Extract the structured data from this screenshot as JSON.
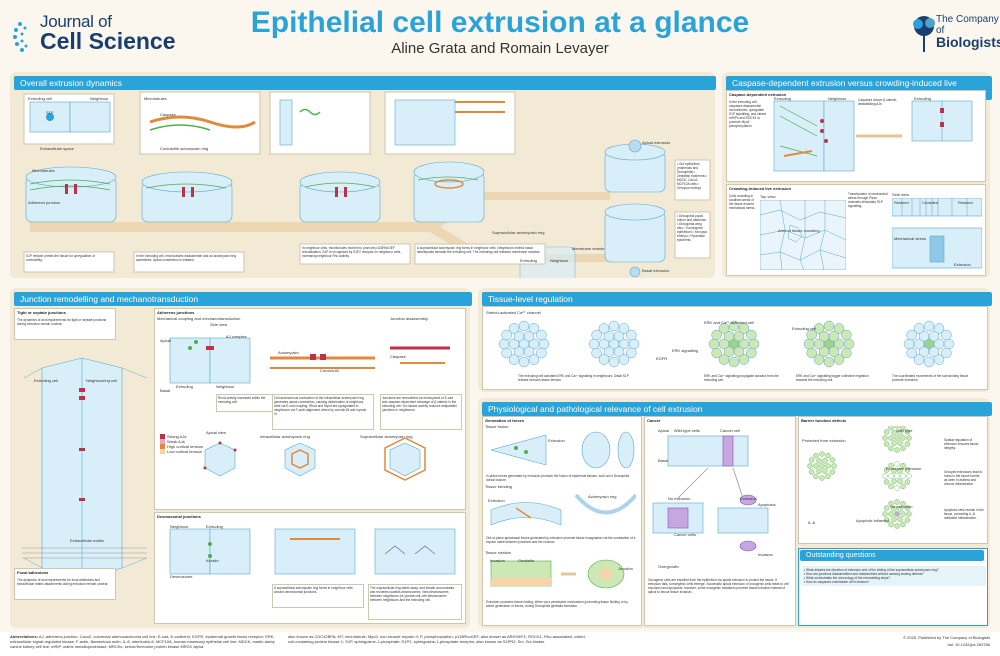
{
  "header": {
    "journal_top": "Journal of",
    "journal_bottom": "Cell Science",
    "title": "Epithelial cell extrusion at a glance",
    "authors": "Aline Grata and Romain Levayer",
    "publisher_top": "The Company of",
    "publisher_bottom": "Biologists"
  },
  "sections": {
    "overall": {
      "title": "Overall extrusion dynamics",
      "labels": [
        "Extruding cell",
        "Neighbour",
        "S1P",
        "Extracellular space",
        "Microtubules",
        "Caspase",
        "Contractile actomyosin ring",
        "Adherens junction",
        "Microtubules",
        "Apical extrusion",
        "Basal extrusion",
        "Supracellular actomyosin ring",
        "Extruding",
        "Neighbour",
        "Membrane vesicle"
      ],
      "captions": [
        "S1P release primes the tissue for upregulation of contractility.",
        "In the extruding cell, microtubules disassemble and an actomyosin ring assembles. Apical constriction is initiated.",
        "In neighbour cells, microtubules reorient to promote p115RhoGEF relocalisation. S1P is recognised by S1P2 receptor on neighbour cells, increasing neighbour Rho activity.",
        "A supracellular actomyosin ring forms in neighbour cells. Neighbours extend basal lamellipodia beneath the extruding cell. The extruding cell releases membrane vesicles."
      ],
      "lists": [
        "• Gut epithelium (mammals and Drosophila) • Zebrafish epidermis • MDCK, Caco2, MCF10A cells • Xenopus embryo",
        "• Drosophila pupal notum and abdomen • Drosophila wing disc • Tumorigenic epithelium • Xenopus embryo • Pyramidal epidermis"
      ]
    },
    "caspase": {
      "title": "Caspase-dependent extrusion versus crowding-induced live extrusion",
      "sub1": "Caspase-dependent extrusion",
      "text1": "In the extruding cell, caspases disassemble microtubules, upregulate S1P signalling, and cleave mRIPs and ROCK1 to promote MyoII phosphorylation.",
      "sub2": "Crowding-induced live extrusion",
      "text2": "Cells crowding in localised areas of the tissue exceed mechanical stress.",
      "text3": "Translocation of mechanical stress through Piezo channels stimulates S1P signalling.",
      "labels": [
        "Extruding",
        "Neighbour",
        "Caspases cleave β-catenin, destabilising AJs",
        "Top view",
        "Side view",
        "Relaxed",
        "Crowded",
        "Relaxed",
        "Mechanical stress",
        "Area of tissue crowding",
        "Extrusion"
      ]
    },
    "junction": {
      "title": "Junction remodelling and mechanotransduction",
      "tight": "Tight or septate junctions",
      "tight_text": "The dynamics of and requirements for tight or septate junctions during extrusion remain unclear.",
      "adherens": "Adherens junctions",
      "mech": "Mechanical coupling and mechanotransduction",
      "disassembly": "Junction disassembly",
      "side_view": "Side view",
      "apical_view": "Apical view",
      "desmosomal": "Desmosomal junctions",
      "focal": "Focal adhesions",
      "focal_text": "The dynamics of and requirements for focal adhesions and extracellular matrix attachments during extrusion remain unclear.",
      "legend": [
        "Strong AJs",
        "Weak AJs",
        "High cortical tension",
        "Low cortical tension"
      ],
      "labels": [
        "Extruding cell",
        "Neighbouring cell",
        "Apical",
        "Basal",
        "Extracellular matrix",
        "Extruding",
        "Neighbour",
        "AJ complex",
        "Actomyosin",
        "Coronin1B",
        "Caspase",
        "Desmosome",
        "Keratin",
        "Intracellular actomyosin ring",
        "Supracellular actomyosin ring"
      ],
      "captions": [
        "RhoA activity increases within the extruding cell.",
        "Cell-autonomous contraction of the intracellular actomyosin ring generates apical constriction, causing deformation of neighbour cells via E-cad coupling. RhoA and MyoII are upregulated in neighbours via F-actin alignment driven by coronin1B and myosin VI.",
        "Junctions are remodelled via endocytosis of E-cad and caspase-dependent cleavage of β-catenin in the extruding cell. Src kinase activity reduces antiparallel junctions in neighbours.",
        "A supracellular actomyosin ring forms in neighbour cells around desmosomal junctions.",
        "The supracellular ring slides away, and keratin accumulates and reorients towards desmosomes. New desmosomes between neighbours (re-)create cell–cell desmosomes between neighbours and the extruding cell."
      ]
    },
    "tissue": {
      "title": "Tissue-level regulation",
      "labels": [
        "Stretch-activated Ca²⁺ channel",
        "ERK and Ca²⁺ activated cell",
        "Extruding cell",
        "EGFR",
        "ERK signalling"
      ],
      "captions": [
        "The extruding cell activates ERK and Ca²⁺ signalling in neighbours. Distal S1P release reduces tissue tension.",
        "ERK and Ca²⁺ signalling propagate outward from the extruding cell.",
        "ERK and Ca²⁺ signalling trigger collective migration towards the extruding cell.",
        "The coordinated movements of the surrounding tissue promote extrusion."
      ]
    },
    "physio": {
      "title": "Physiological and pathological relevance of cell extrusion",
      "sub1": "Generation of forces",
      "folding": "Tissue fusion",
      "folding_text": "In-plane forces generated by extrusion promote the fusion of epidermal tissues, such as in Drosophila dorsal closure.",
      "bending": "Tissue bending",
      "bending_text": "Out-of-plane apicobasal forces generated by extrusion promote tissue invagination via the contraction of a myosin cable between junctions and the nucleus.",
      "rotation": "Tissue rotation",
      "rotation_text": "Extrusion promotes tissue folding, either via a permissive mechanism (promoting tissue fluidity) or by active generation of forces, during Drosophila genitalia formation.",
      "cancer": "Cancer",
      "cancer_text": "Oncogenic cells are expelled from the epithelium via apical extrusion to protect the tissue. If extrusion fails, tumorigenic cells emerge. Successful apical extrusion of oncogenic cells leads to cell expulsion and apoptosis; however, some oncogenic mutations promote basal extrusion instead of apical to favour tissue invasion.",
      "barrier": "Barrier function defects",
      "barrier_labels": [
        "Protected from extrusion",
        "Wild type",
        "Excessive extrusion",
        "No extrusion",
        "Apoptotic inflamed"
      ],
      "barrier_text": [
        "Spatial regulation of extrusion ensures tissue integrity.",
        "Grouped extrusions lead to holes in the tissue barrier, as seen in asthma and chronic inflammation.",
        "Apoptotic cells remain in the tissue, promoting IL-8-mediated inflammation."
      ],
      "labels": [
        "Extrusion",
        "Extrusion",
        "Actomyosin ring",
        "Apical",
        "Basal",
        "Wild-type cells",
        "Cancer cell",
        "No extrusion",
        "Extrusion",
        "Cancer cells",
        "Overgrowth",
        "Apoptosis",
        "Invasion",
        "Genitalia",
        "Junction",
        "Migration",
        "IL-8"
      ]
    },
    "outstanding": {
      "title": "Outstanding questions",
      "items": [
        "• What dictates the direction of extrusion and of the sliding of the supracellular actomyosin ring?",
        "• How are junctions disassembled and reassembled without causing sealing defects?",
        "• What orchestrates the chronology of the remodelling steps?",
        "• How do caspases orchestrate cell extrusion?"
      ]
    }
  },
  "footer": {
    "abbreviations_label": "Abbreviations:",
    "abbreviations": "AJ, adherens junction; Caco2, colorectal adenocarcinoma cell line; E-cad, E-cadherin; EGFR, epidermal growth factor receptor; ERK, extracellular signal-regulated kinase; F-actin, filamentous actin; IL-8, interleukin-8; MCF10A, human mammary epithelial cell line; MDCK, madin-darby canine kidney cell line; mRIP, matrix metalloproteinase; MRCKs, serine/threonine protein kinase MRCK alpha.",
    "abbreviations2": "also known as CDC42BPA; MT, microtubule; MyoII, non-muscle myosin II; P, phosphorylation; p115RhoGEF, also known as ARHGEF1; ROCK1, Rho-associated, coiled-coil-containing protein kinase 1; S1P, sphingosine-1-phosphate; S1P2, sphingosine-1-phosphate receptor, also known as S1PR2; Src, Src kinase",
    "copyright": "© 2025. Published by The Company of Biologists",
    "doi": "doi: 10.1242/jcs.263786"
  },
  "colors": {
    "accent": "#2aa3d8",
    "panel": "#f3ead6",
    "cell": "#d8eef8",
    "cell_stroke": "#5aa9cf",
    "actomyosin": "#e08a3c",
    "junction": "#c0304a",
    "green": "#4caf50"
  }
}
